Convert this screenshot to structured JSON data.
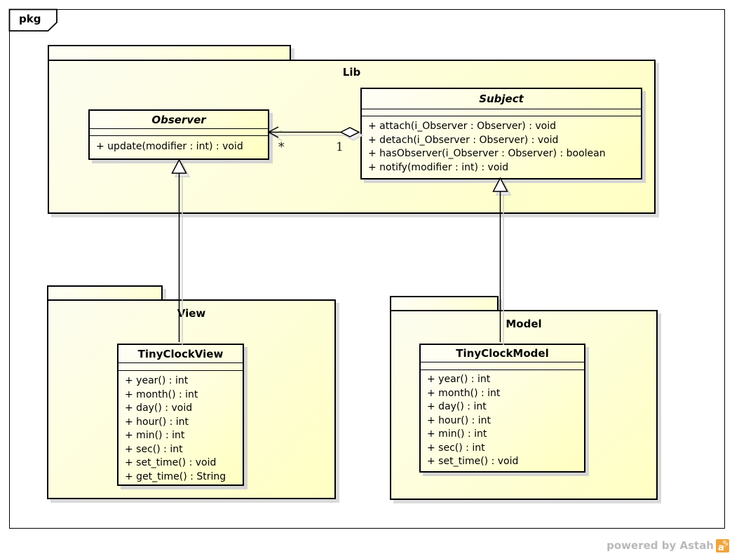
{
  "frame": {
    "tab_label": "pkg"
  },
  "lib_package": {
    "name": "Lib",
    "observer_class": {
      "name": "Observer",
      "abstract": true,
      "attributes": [],
      "operations": [
        "+ update(modifier : int) : void"
      ]
    },
    "subject_class": {
      "name": "Subject",
      "abstract": true,
      "attributes": [],
      "operations": [
        "+ attach(i_Observer : Observer) : void",
        "+ detach(i_Observer : Observer) : void",
        "+ hasObserver(i_Observer : Observer) : boolean",
        "+ notify(modifier : int) : void"
      ]
    }
  },
  "view_package": {
    "name": "View",
    "tiny_clock_view_class": {
      "name": "TinyClockView",
      "abstract": false,
      "attributes": [],
      "operations": [
        "+ year() : int",
        "+ month() : int",
        "+ day() : void",
        "+ hour() : int",
        "+ min() : int",
        "+ sec() : int",
        "+ set_time() : void",
        "+ get_time() : String"
      ]
    }
  },
  "model_package": {
    "name": "Model",
    "tiny_clock_model_class": {
      "name": "TinyClockModel",
      "abstract": false,
      "attributes": [],
      "operations": [
        "+ year() : int",
        "+ month() : int",
        "+ day() : int",
        "+ hour() : int",
        "+ min() : int",
        "+ sec() : int",
        "+ set_time() : void"
      ]
    }
  },
  "relationships": {
    "aggregation": {
      "type": "aggregation",
      "from": "Subject",
      "to": "Observer",
      "observer_end_multiplicity": "*",
      "subject_end_multiplicity": "1"
    },
    "generalization_view": {
      "type": "generalization",
      "from": "TinyClockView",
      "to": "Observer"
    },
    "generalization_model": {
      "type": "generalization",
      "from": "TinyClockModel",
      "to": "Subject"
    }
  },
  "footer": {
    "powered_by": "powered by Astah",
    "logo": "astah-logo"
  },
  "colors": {
    "box_fill_light": "#fffef8",
    "box_fill_yellow": "#ffffc3",
    "border": "#000000",
    "shadow": "#d9d9d9",
    "footer_text": "#b9b9b9",
    "logo_orange": "#f0a43c"
  }
}
